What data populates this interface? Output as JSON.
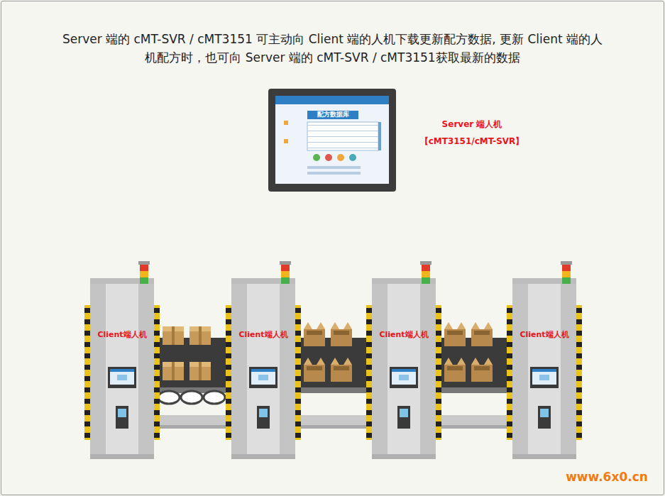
{
  "diagram": {
    "title": "Server 端的 cMT-SVR / cMT3151 可主动向 Client 端的人机下载更新配方数据, 更新 Client 端的人机配方时，也可向 Server 端的 cMT-SVR / cMT3151获取最新的数据",
    "nodes": [
      {
        "text": [
          "Server 端人机",
          "【cMT3151/cMT-SVR】"
        ]
      },
      {
        "text": [
          "Client端人机"
        ]
      },
      {
        "text": [
          "Client端人机"
        ]
      },
      {
        "text": [
          "Client端人机"
        ]
      },
      {
        "text": [
          "Client端人机"
        ]
      }
    ],
    "labels": [
      "配方数据库",
      "www.6x0.cn"
    ]
  }
}
